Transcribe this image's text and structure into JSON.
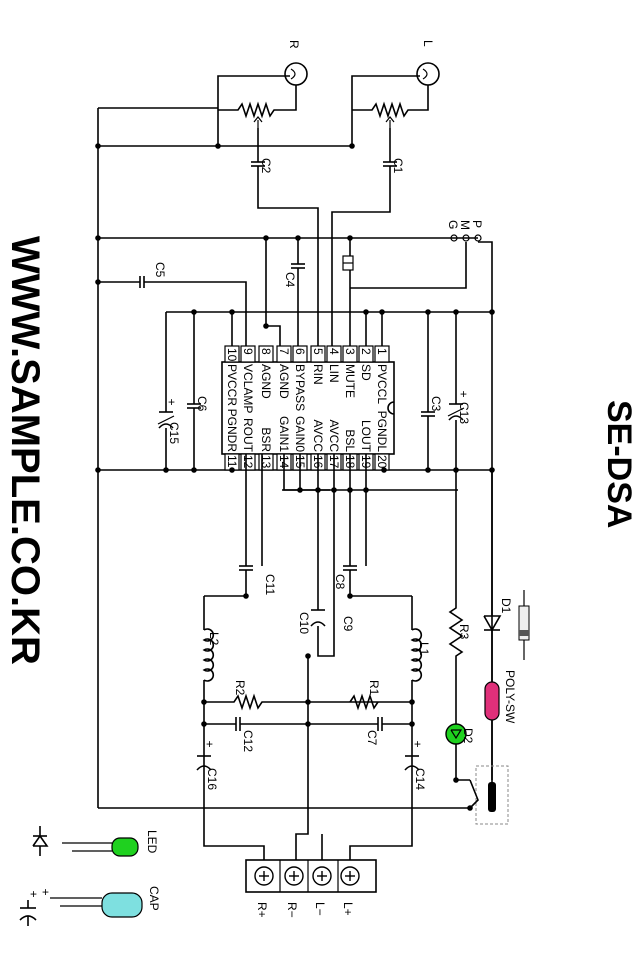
{
  "website": "WWW.SAMPLE.CO.KR",
  "product": "SE-DSA",
  "inputs": {
    "right": "R",
    "left": "L"
  },
  "switch_labels": {
    "p": "P",
    "m": "M",
    "g": "G"
  },
  "ic": {
    "left_pins": [
      {
        "num": "1",
        "name": "PVCCL"
      },
      {
        "num": "2",
        "name": "SD"
      },
      {
        "num": "3",
        "name": "MUTE"
      },
      {
        "num": "4",
        "name": "LIN"
      },
      {
        "num": "5",
        "name": "RIN"
      },
      {
        "num": "6",
        "name": "BYPASS"
      },
      {
        "num": "7",
        "name": "AGND"
      },
      {
        "num": "8",
        "name": "AGND"
      },
      {
        "num": "9",
        "name": "VCLAMP"
      },
      {
        "num": "10",
        "name": "PVCCR"
      }
    ],
    "right_pins": [
      {
        "num": "20",
        "name": "PGNDL"
      },
      {
        "num": "19",
        "name": "LOUT"
      },
      {
        "num": "18",
        "name": "BSL"
      },
      {
        "num": "17",
        "name": "AVCC"
      },
      {
        "num": "16",
        "name": "AVCC"
      },
      {
        "num": "15",
        "name": "GAIN0"
      },
      {
        "num": "14",
        "name": "GAIN1"
      },
      {
        "num": "13",
        "name": "BSR"
      },
      {
        "num": "12",
        "name": "ROUT"
      },
      {
        "num": "11",
        "name": "PGNDR"
      }
    ]
  },
  "components": {
    "c1": "C1",
    "c2": "C2",
    "c3": "C3",
    "c4": "C4",
    "c5": "C5",
    "c6": "C6",
    "c7": "C7",
    "c8": "C8",
    "c9": "C9",
    "c10": "C10",
    "c11": "C11",
    "c12": "C12",
    "c13": "C13",
    "c14": "C14",
    "c15": "C15",
    "c16": "C16",
    "l1": "L1",
    "l2": "L2",
    "r1": "R1",
    "r2": "R2",
    "r3": "R3",
    "d1": "D1",
    "d2": "D2",
    "poly": "POLY-SW"
  },
  "terminals": [
    "L+",
    "L−",
    "R−",
    "R+"
  ],
  "legend": {
    "led": "LED",
    "cap": "CAP"
  },
  "colors": {
    "led": "#1fd11f",
    "cap": "#7ee0e0",
    "poly": "#e0307a"
  }
}
